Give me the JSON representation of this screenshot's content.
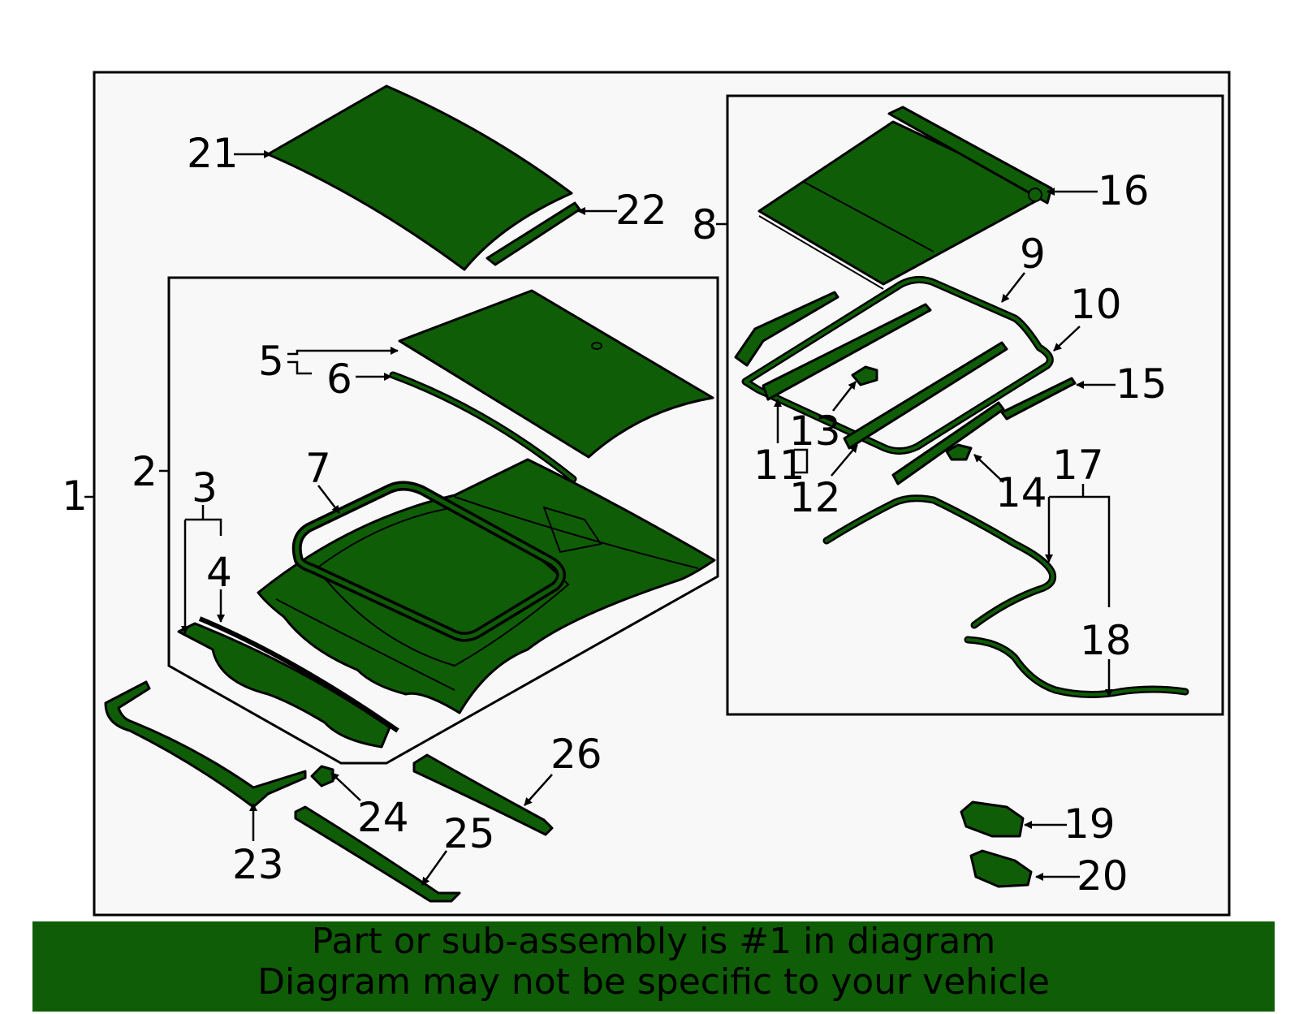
{
  "callouts": {
    "c1": "1",
    "c2": "2",
    "c3": "3",
    "c4": "4",
    "c5": "5",
    "c6": "6",
    "c7": "7",
    "c8": "8",
    "c9": "9",
    "c10": "10",
    "c11": "11",
    "c12": "12",
    "c13": "13",
    "c14": "14",
    "c15": "15",
    "c16": "16",
    "c17": "17",
    "c18": "18",
    "c19": "19",
    "c20": "20",
    "c21": "21",
    "c22": "22",
    "c23": "23",
    "c24": "24",
    "c25": "25",
    "c26": "26"
  },
  "banner": {
    "line1": "Part or sub-assembly is #1 in diagram",
    "line2": "Diagram may not be specific to your vehicle"
  },
  "colors": {
    "part_fill": "#0f5d07",
    "panel_background": "#f8f8f8",
    "banner_background": "#0f5d07"
  }
}
